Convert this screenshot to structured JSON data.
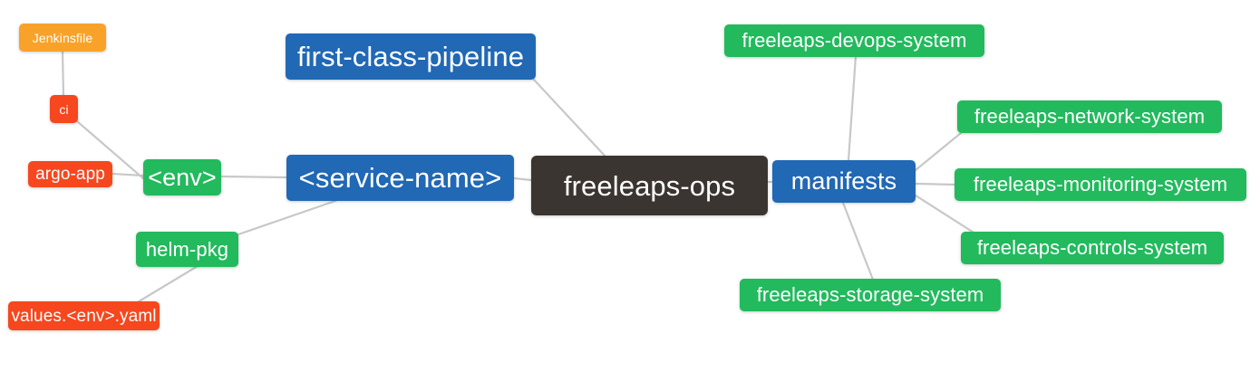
{
  "diagram": {
    "type": "mindmap",
    "title": "freeleaps-ops",
    "background": "#ffffff",
    "edge_color": "#c8c8c8",
    "palette": {
      "root": "#3b3531",
      "blue": "#2168b5",
      "green": "#22ba5d",
      "orange": "#f9a229",
      "red": "#f6471e"
    }
  },
  "nodes": {
    "root": {
      "label": "freeleaps-ops",
      "color": "#3b3531"
    },
    "service_name": {
      "label": "<service-name>",
      "color": "#2168b5"
    },
    "first_class_pipeline": {
      "label": "first-class-pipeline",
      "color": "#2168b5"
    },
    "env": {
      "label": "<env>",
      "color": "#22ba5d"
    },
    "ci": {
      "label": "ci",
      "color": "#f6471e"
    },
    "jenkinsfile": {
      "label": "Jenkinsfile",
      "color": "#f9a229"
    },
    "argo_app": {
      "label": "argo-app",
      "color": "#f6471e"
    },
    "helm_pkg": {
      "label": "helm-pkg",
      "color": "#22ba5d"
    },
    "values_yaml": {
      "label": "values.<env>.yaml",
      "color": "#f6471e"
    },
    "manifests": {
      "label": "manifests",
      "color": "#2168b5"
    },
    "devops_system": {
      "label": "freeleaps-devops-system",
      "color": "#22ba5d"
    },
    "network_system": {
      "label": "freeleaps-network-system",
      "color": "#22ba5d"
    },
    "monitoring_system": {
      "label": "freeleaps-monitoring-system",
      "color": "#22ba5d"
    },
    "controls_system": {
      "label": "freeleaps-controls-system",
      "color": "#22ba5d"
    },
    "storage_system": {
      "label": "freeleaps-storage-system",
      "color": "#22ba5d"
    }
  },
  "edges": [
    {
      "from": "root",
      "to": "service_name"
    },
    {
      "from": "root",
      "to": "first_class_pipeline"
    },
    {
      "from": "root",
      "to": "manifests"
    },
    {
      "from": "service_name",
      "to": "env"
    },
    {
      "from": "service_name",
      "to": "helm_pkg"
    },
    {
      "from": "env",
      "to": "ci"
    },
    {
      "from": "env",
      "to": "argo_app"
    },
    {
      "from": "ci",
      "to": "jenkinsfile"
    },
    {
      "from": "helm_pkg",
      "to": "values_yaml"
    },
    {
      "from": "manifests",
      "to": "devops_system"
    },
    {
      "from": "manifests",
      "to": "network_system"
    },
    {
      "from": "manifests",
      "to": "monitoring_system"
    },
    {
      "from": "manifests",
      "to": "controls_system"
    },
    {
      "from": "manifests",
      "to": "storage_system"
    }
  ]
}
